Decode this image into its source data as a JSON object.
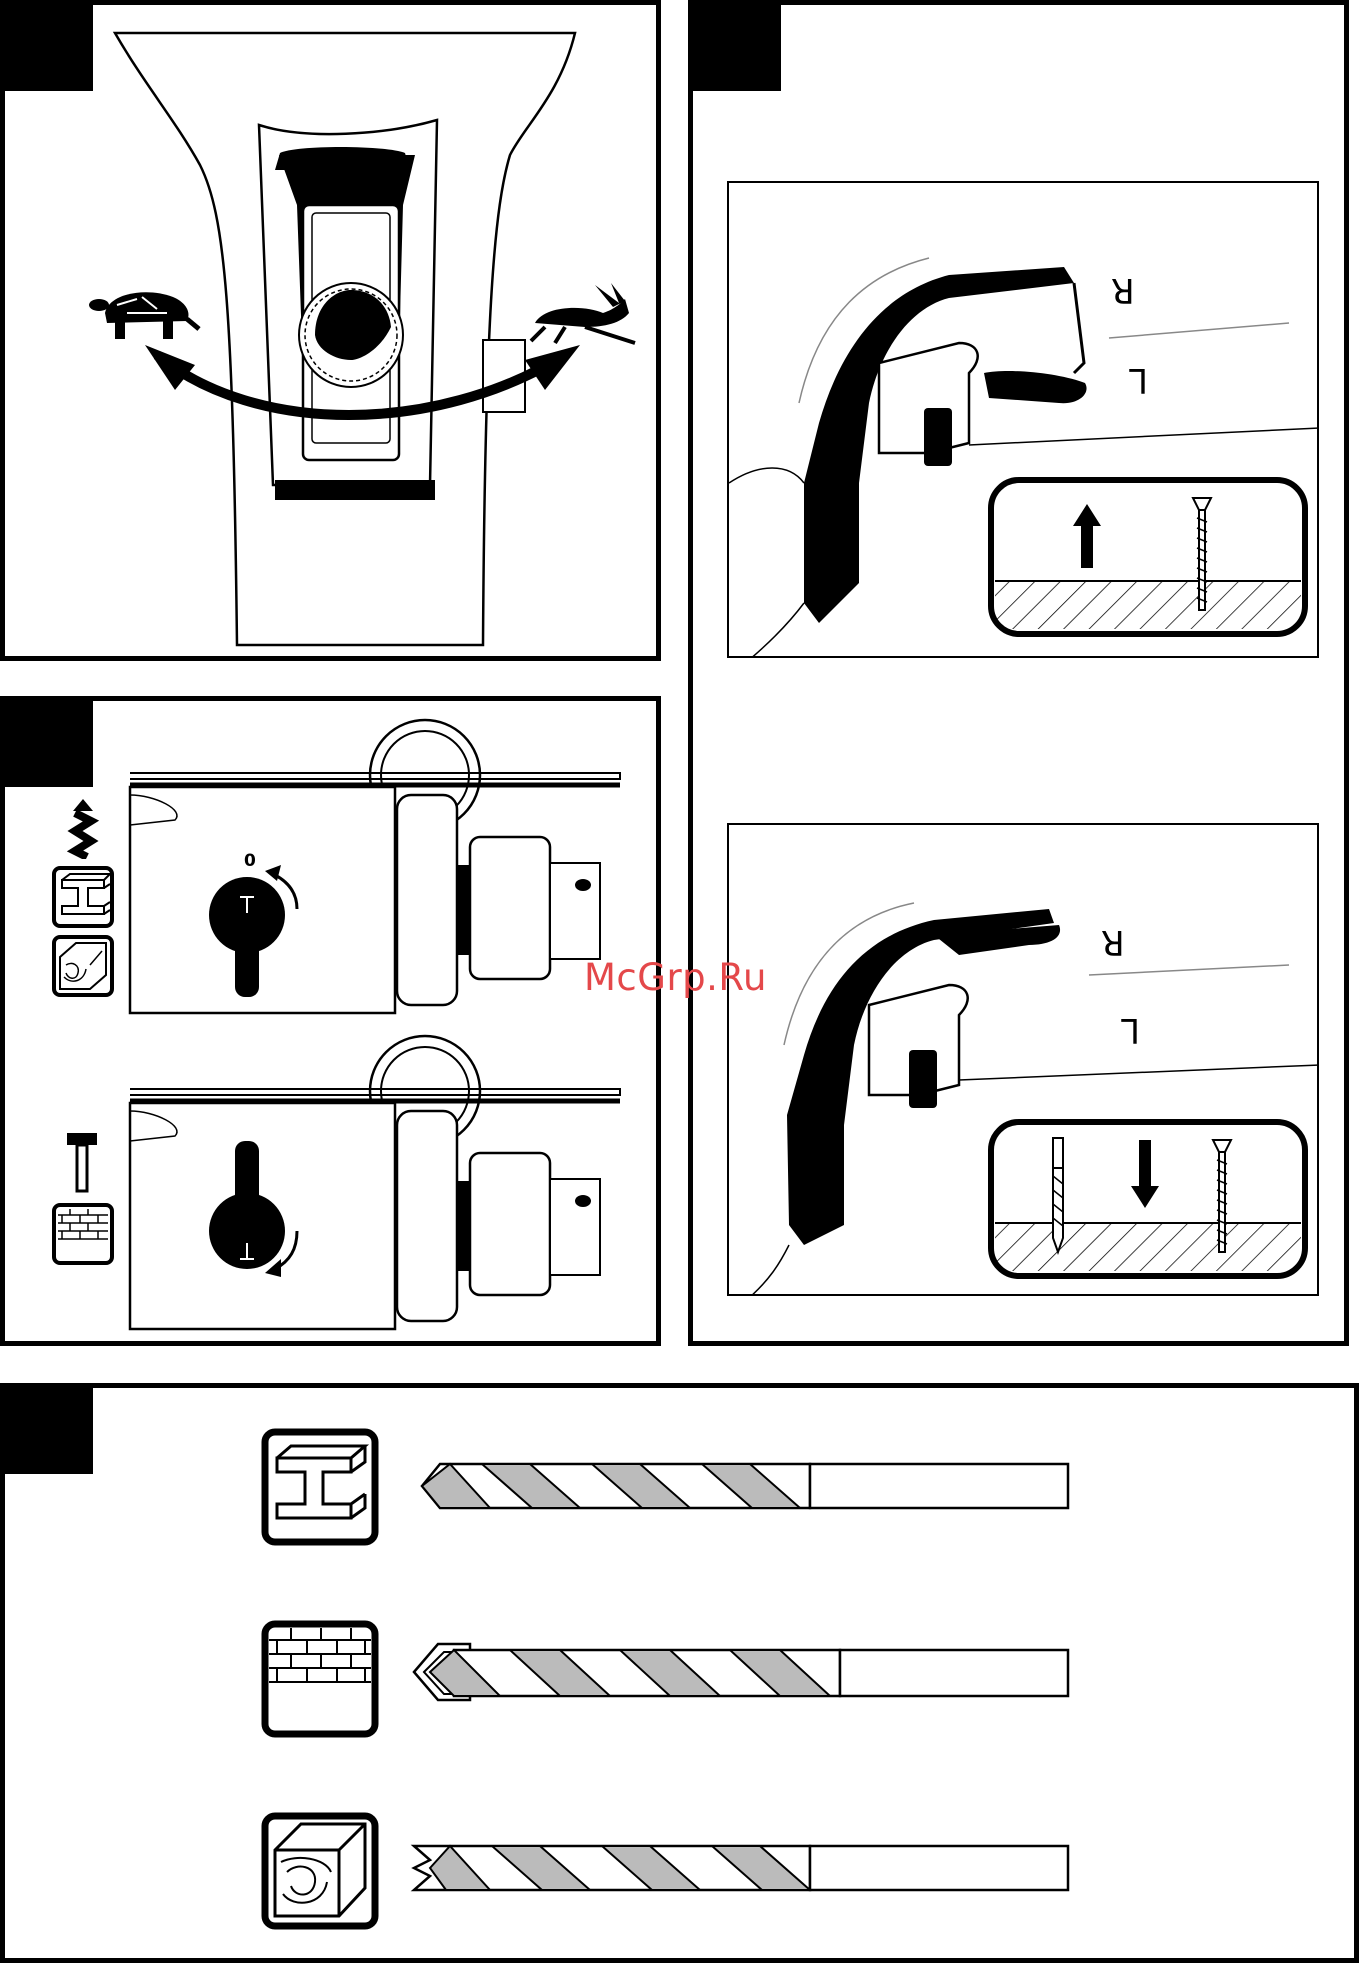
{
  "watermark": "McGrp.Ru",
  "panel_rotation": {
    "labels": {
      "upper": "R",
      "lower": "L"
    }
  },
  "panel_mode": {
    "dial_zero_label": "0"
  },
  "icons": {
    "speed_slow": "tortoise-icon",
    "speed_fast": "hare-icon",
    "drill_mode": "drill-bit-icon",
    "hammer_mode": "hammer-icon",
    "material_metal": "steel-beam-icon",
    "material_wood": "wood-log-icon",
    "material_masonry": "brick-wall-icon",
    "screw_out": "screw-icon",
    "screw_in": "screw-icon"
  }
}
